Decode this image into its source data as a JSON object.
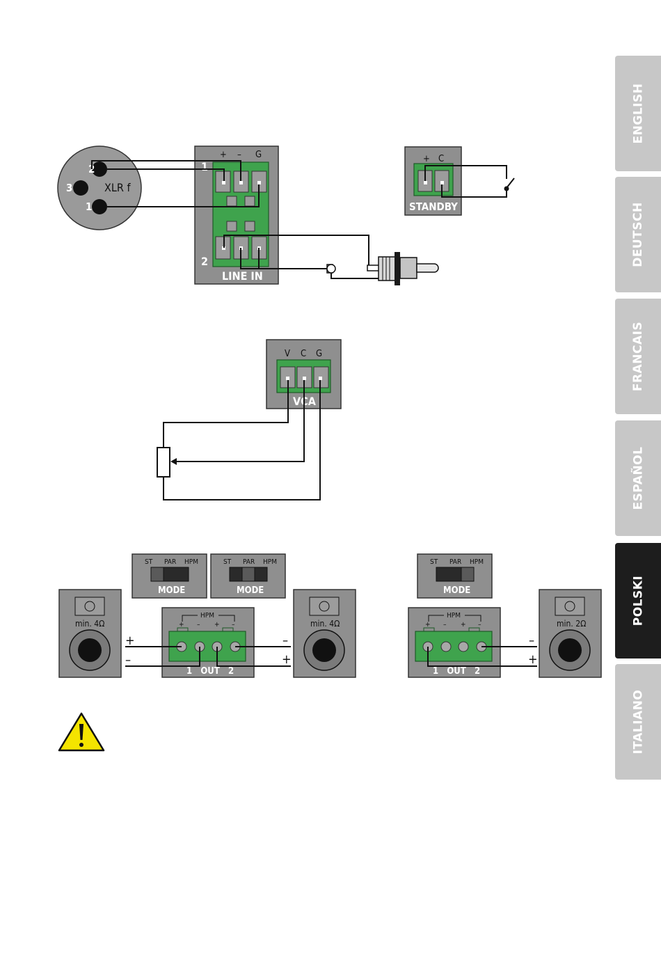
{
  "languages": [
    {
      "label": "ENGLISH",
      "active": false
    },
    {
      "label": "DEUTSCH",
      "active": false
    },
    {
      "label": "FRANCAIS",
      "active": false
    },
    {
      "label": "ESPAÑOL",
      "active": false
    },
    {
      "label": "POLSKI",
      "active": true
    },
    {
      "label": "ITALIANO",
      "active": false
    }
  ],
  "xlr": {
    "name": "XLR f",
    "pin1": "1",
    "pin2": "2",
    "pin3": "3"
  },
  "line_in": {
    "label": "LINE IN",
    "ch1": "1",
    "ch2": "2",
    "plus": "+",
    "minus": "–",
    "ground": "G"
  },
  "standby": {
    "label": "STANDBY",
    "plus": "+",
    "c": "C"
  },
  "vca": {
    "label": "VCA",
    "v": "V",
    "c": "C",
    "g": "G"
  },
  "mode_switches": [
    {
      "label": "MODE",
      "st": "ST",
      "par": "PAR",
      "hpm": "HPM"
    },
    {
      "label": "MODE",
      "st": "ST",
      "par": "PAR",
      "hpm": "HPM"
    },
    {
      "label": "MODE",
      "st": "ST",
      "par": "PAR",
      "hpm": "HPM"
    }
  ],
  "outputs": {
    "left": {
      "hpm": "HPM",
      "label": "1   OUT   2",
      "plus": "+",
      "minus": "–"
    },
    "right": {
      "hpm": "HPM",
      "label": "1   OUT   2",
      "plus": "+",
      "minus": "–"
    }
  },
  "speakers": [
    {
      "label": "min. 4Ω"
    },
    {
      "label": "min. 4Ω"
    },
    {
      "label": "min. 2Ω"
    }
  ],
  "polarity": {
    "plus": "+",
    "minus": "–"
  },
  "colors": {
    "terminal_green": "#3fa34d",
    "panel_grey": "#8a8a8a",
    "active_tab": "#1d1d1d",
    "tab_grey": "#c7c7c7",
    "warning_yellow": "#f4e400"
  }
}
